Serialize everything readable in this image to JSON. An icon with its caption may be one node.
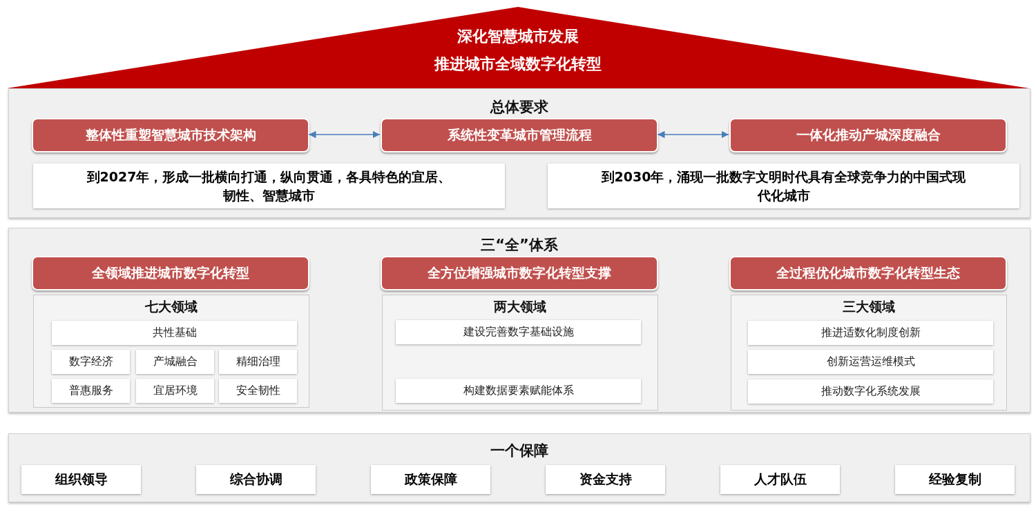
{
  "diagram": {
    "nodes": [
      {
        "text": [
          "深化智慧城市发展",
          "推进城市全域数字化转型"
        ]
      },
      {
        "text": [
          "总体要求"
        ]
      },
      {
        "text": [
          "整体性重塑智慧城市技术架构"
        ],
        "in": 1
      },
      {
        "text": [
          "系统性变革城市管理流程"
        ],
        "in": 1
      },
      {
        "text": [
          "一体化推动产城深度融合"
        ],
        "in": 1
      },
      {
        "text": [
          "到2027年，形成一批横向打通，纵向贯通，各具特色的宜居、韧性、智慧城市"
        ],
        "in": 1
      },
      {
        "text": [
          "到2030年，涌现一批数字文明时代具有全球竞争力的中国式现代化城市"
        ],
        "in": 1
      },
      {
        "text": [
          "三“全”体系"
        ]
      },
      {
        "text": [
          "**全领域**推进城市数字化转型"
        ],
        "in": 7
      },
      {
        "text": [
          "七大领域"
        ],
        "in": 7
      },
      {
        "text": [
          "共性基础"
        ],
        "in": 9
      },
      {
        "text": [
          "数字经济"
        ],
        "in": 9
      },
      {
        "text": [
          "产城融合"
        ],
        "in": 9
      },
      {
        "text": [
          "精细治理"
        ],
        "in": 9
      },
      {
        "text": [
          "普惠服务"
        ],
        "in": 9
      },
      {
        "text": [
          "宜居环境"
        ],
        "in": 9
      },
      {
        "text": [
          "安全韧性"
        ],
        "in": 9
      },
      {
        "text": [
          "**全方位**增强城市数字化转型支撑"
        ],
        "in": 7
      },
      {
        "text": [
          "两大领域"
        ],
        "in": 7
      },
      {
        "text": [
          "建设完善数字基础设施"
        ],
        "in": 18
      },
      {
        "text": [
          "构建数据要素赋能体系"
        ],
        "in": 18
      },
      {
        "text": [
          "**全过程**优化城市数字化转型生态"
        ],
        "in": 7
      },
      {
        "text": [
          "三大领域"
        ],
        "in": 7
      },
      {
        "text": [
          "推进适数化制度创新"
        ],
        "in": 22
      },
      {
        "text": [
          "创新运营运维模式"
        ],
        "in": 22
      },
      {
        "text": [
          "推动数字化系统发展"
        ],
        "in": 22
      },
      {
        "text": [
          "一个保障"
        ]
      },
      {
        "text": [
          "组织领导"
        ],
        "in": 26
      },
      {
        "text": [
          "综合协调"
        ],
        "in": 26
      },
      {
        "text": [
          "政策保障"
        ],
        "in": 26
      },
      {
        "text": [
          "资金支持"
        ],
        "in": 26
      },
      {
        "text": [
          "人才队伍"
        ],
        "in": 26
      },
      {
        "text": [
          "经验复制"
        ],
        "in": 26
      }
    ],
    "edges": [
      {
        "from": 2,
        "to": 3,
        "arrow": "both"
      },
      {
        "from": 3,
        "to": 4,
        "arrow": "both"
      }
    ]
  }
}
